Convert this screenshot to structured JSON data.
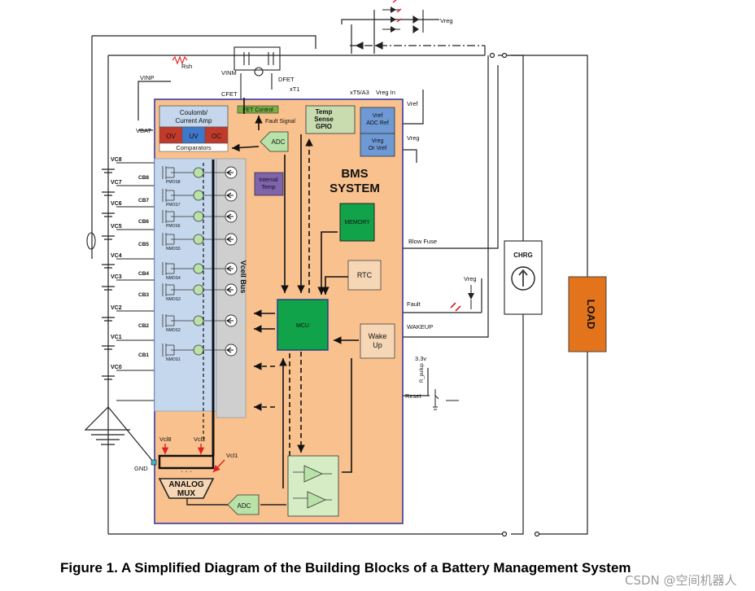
{
  "title": "BMS SYSTEM",
  "caption": "Figure 1. A Simplified Diagram of the Building Blocks of a Battery Management System",
  "watermark": "CSDN @空间机器人",
  "colors": {
    "system_fill": "#f9c18e",
    "system_border": "#3a3aa8",
    "cell_panel": "#c5d7ec",
    "vcell_bus": "#cfcfcf",
    "memory": "#11a34a",
    "mcu": "#11a34a",
    "internal_temp": "#7f63ad",
    "ov": "#c0392b",
    "uv": "#3f77c9",
    "oc": "#c0392b",
    "fet_control": "#76b043",
    "vref_block": "#6e99d4",
    "load": "#e4741b",
    "node_green": "#b9e2a8",
    "red_arrow": "#e02020"
  },
  "blocks": {
    "coulomb": "Coulomb/\nCurrent Amp",
    "ov": "OV",
    "uv": "UV",
    "oc": "OC",
    "comparators": "Comparators",
    "fet_control": "FET Control",
    "fault_signal": "Fault Signal",
    "adc_top": "ADC",
    "internal_temp": "Internal\nTemp",
    "temp_sense": "Temp\nSense\nGPIO",
    "vref_adc": "Vref\nADC Ref",
    "vreg_or_vref": "Vreg\nOr Vref",
    "memory": "MEMORY",
    "rtc": "RTC",
    "mcu": "MCU",
    "wake_up": "Wake\nUp",
    "analog_mux": "ANALOG\nMUX",
    "adc_bottom": "ADC",
    "vcell_bus": "Vcell Bus",
    "chrg": "CHRG",
    "load": "LOAD"
  },
  "labels": {
    "vreg_top": "Vreg",
    "rsh": "Rsh",
    "vinp": "VINP",
    "vinm": "VINM",
    "cfet": "CFET",
    "dfet": "DFET",
    "xt1": "xT1",
    "xt5_a3": "xT5/A3",
    "vreg_in": "Vreg In",
    "vref": "Vref",
    "vbat": "VBAT",
    "vreg_mid": "Vreg",
    "blow_fuse": "Blow Fuse",
    "vreg_led": "Vreg",
    "fault": "Fault",
    "wakeup": "WAKEUP",
    "v33": "3.3v",
    "r_pullup": "R_pullup",
    "reset": "Reset",
    "gnd": "GND",
    "vcl8": "Vcl8",
    "vcl2": "Vcl2",
    "vcl1": "Vcl1",
    "mux_dots": "·  ·  ·"
  },
  "cells": [
    {
      "vc": "VC8",
      "cb": "CB8",
      "pmos": "PMOS8"
    },
    {
      "vc": "VC7",
      "cb": "CB7",
      "pmos": "PMOS7"
    },
    {
      "vc": "VC6",
      "cb": "CB6",
      "pmos": "PMOS6"
    },
    {
      "vc": "VC5",
      "cb": "CB5",
      "pmos": "NMOS5"
    },
    {
      "vc": "VC4",
      "cb": "CB4",
      "pmos": "NMOS4"
    },
    {
      "vc": "VC3",
      "cb": "CB3",
      "pmos": "NMOS3"
    },
    {
      "vc": "VC2",
      "cb": "CB2",
      "pmos": "NMOS2"
    },
    {
      "vc": "VC1",
      "cb": "CB1",
      "pmos": "NMOS1"
    },
    {
      "vc": "VC0",
      "cb": "",
      "pmos": ""
    }
  ]
}
